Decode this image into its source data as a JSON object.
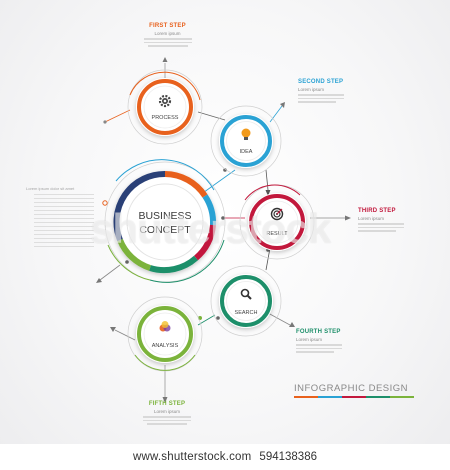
{
  "center": {
    "line1": "BUSINESS",
    "line2": "CONCEPT"
  },
  "nodes": [
    {
      "key": "process",
      "label": "PROCESS",
      "color": "#e8611d",
      "icon": "gear-icon"
    },
    {
      "key": "idea",
      "label": "IDEA",
      "color": "#2aa2d4",
      "icon": "lightbulb-icon"
    },
    {
      "key": "result",
      "label": "RESULT",
      "color": "#c2183c",
      "icon": "target-icon"
    },
    {
      "key": "search",
      "label": "SEARCH",
      "color": "#1d8f6a",
      "icon": "magnifier-icon"
    },
    {
      "key": "analysis",
      "label": "ANALYSIS",
      "color": "#7bb33b",
      "icon": "venn-icon"
    }
  ],
  "steps": [
    {
      "title": "FIRST STEP",
      "sub": "Lorem ipsum",
      "color": "#e8611d"
    },
    {
      "title": "SECOND STEP",
      "sub": "Lorem ipsum",
      "color": "#2aa2d4"
    },
    {
      "title": "THIRD STEP",
      "sub": "Lorem ipsum",
      "color": "#c2183c"
    },
    {
      "title": "FOURTH STEP",
      "sub": "Lorem ipsum",
      "color": "#1d8f6a"
    },
    {
      "title": "FIFTH STEP",
      "sub": "Lorem ipsum",
      "color": "#7bb33b"
    }
  ],
  "side_text": "Lorem ipsum dolor sit amet",
  "footer": {
    "title": "INFOGRAPHIC DESIGN",
    "bar_colors": [
      "#e8611d",
      "#2aa2d4",
      "#c2183c",
      "#1d8f6a",
      "#7bb33b"
    ]
  },
  "watermark": "shutterstock",
  "credit": {
    "url": "www.shutterstock.com",
    "id": "594138386"
  }
}
